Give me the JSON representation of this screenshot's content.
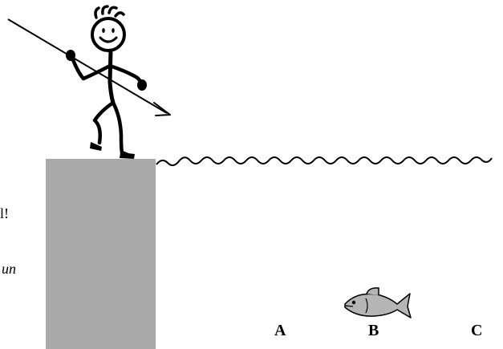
{
  "labels": {
    "a": "A",
    "b": "B",
    "c": "C"
  },
  "cutoff_text": {
    "line1": "l!",
    "line2": "un"
  },
  "colors": {
    "pier": "#a9a9a9",
    "fish": "#b5b5b5",
    "ink": "#000000",
    "background": "#ffffff"
  },
  "icons": {
    "person": "stick-figure-icon",
    "spear": "spear-icon",
    "fish": "fish-icon"
  }
}
